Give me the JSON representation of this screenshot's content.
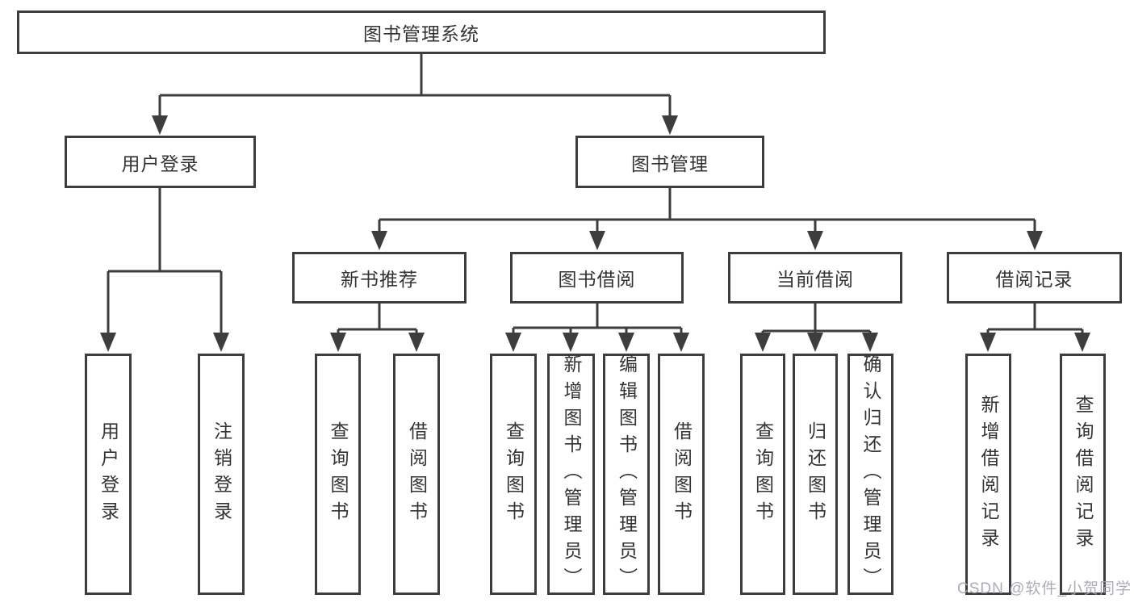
{
  "nodes": {
    "root": {
      "label": "图书管理系统"
    },
    "user_login": {
      "label": "用户登录"
    },
    "book_management": {
      "label": "图书管理"
    },
    "new_book_recommend": {
      "label": "新书推荐"
    },
    "book_borrow": {
      "label": "图书借阅"
    },
    "current_borrow": {
      "label": "当前借阅"
    },
    "borrow_records": {
      "label": "借阅记录"
    },
    "leaf_user_login": {
      "label": "用户登录"
    },
    "leaf_logout": {
      "label": "注销登录"
    },
    "leaf_query_book_1": {
      "label": "查询图书"
    },
    "leaf_borrow_book_1": {
      "label": "借阅图书"
    },
    "leaf_query_book_2": {
      "label": "查询图书"
    },
    "leaf_add_book": {
      "label": "新增图书（管理员）"
    },
    "leaf_edit_book": {
      "label": "编辑图书（管理员）"
    },
    "leaf_borrow_book_2": {
      "label": "借阅图书"
    },
    "leaf_query_book_3": {
      "label": "查询图书"
    },
    "leaf_return_book": {
      "label": "归还图书"
    },
    "leaf_confirm_return": {
      "label": "确认归还（管理员）"
    },
    "leaf_add_borrow_record": {
      "label": "新增借阅记录"
    },
    "leaf_query_borrow_record": {
      "label": "查询借阅记录"
    }
  },
  "hierarchy": {
    "图书管理系统": {
      "用户登录": [
        "用户登录",
        "注销登录"
      ],
      "图书管理": {
        "新书推荐": [
          "查询图书",
          "借阅图书"
        ],
        "图书借阅": [
          "查询图书",
          "新增图书（管理员）",
          "编辑图书（管理员）",
          "借阅图书"
        ],
        "当前借阅": [
          "查询图书",
          "归还图书",
          "确认归还（管理员）"
        ],
        "借阅记录": [
          "新增借阅记录",
          "查询借阅记录"
        ]
      }
    }
  },
  "watermark": {
    "text": "CSDN @软件_小贺同学"
  },
  "colors": {
    "line": "#3d3d3d",
    "box_border": "#3d3d3d",
    "text": "#333333",
    "watermark": "#a6a6af",
    "background": "#ffffff"
  }
}
